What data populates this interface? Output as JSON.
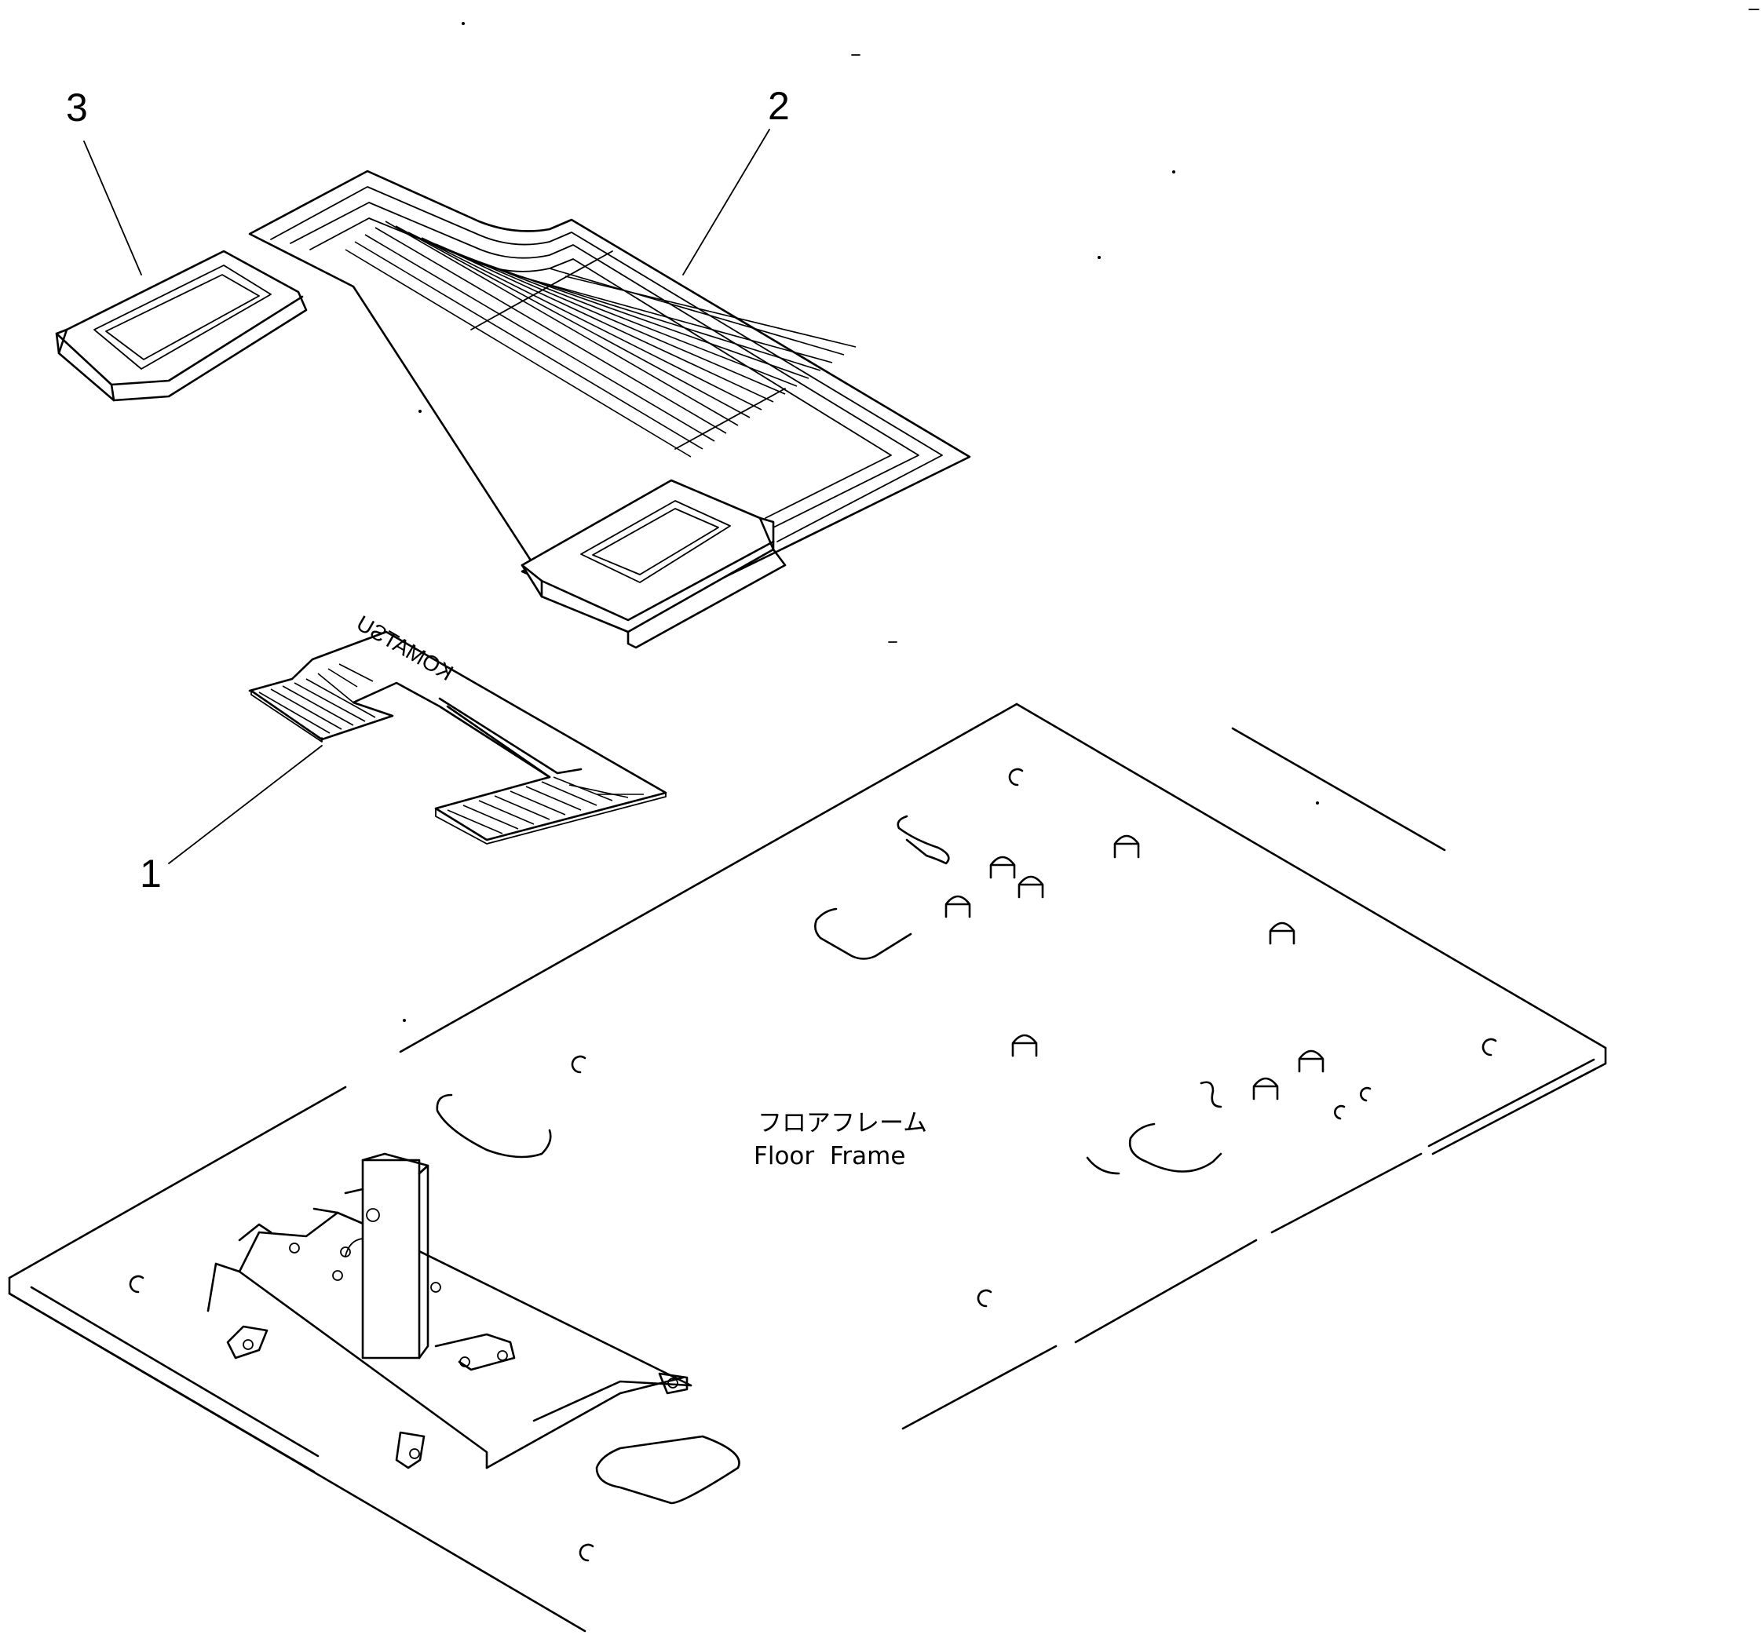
{
  "diagram": {
    "callouts": [
      {
        "id": "1",
        "label": "1"
      },
      {
        "id": "2",
        "label": "2"
      },
      {
        "id": "3",
        "label": "3"
      }
    ],
    "floor_frame": {
      "label_jp": "フロアフレーム",
      "label_en": "Floor  Frame"
    },
    "mat_logo_text": "KOMATSU"
  }
}
